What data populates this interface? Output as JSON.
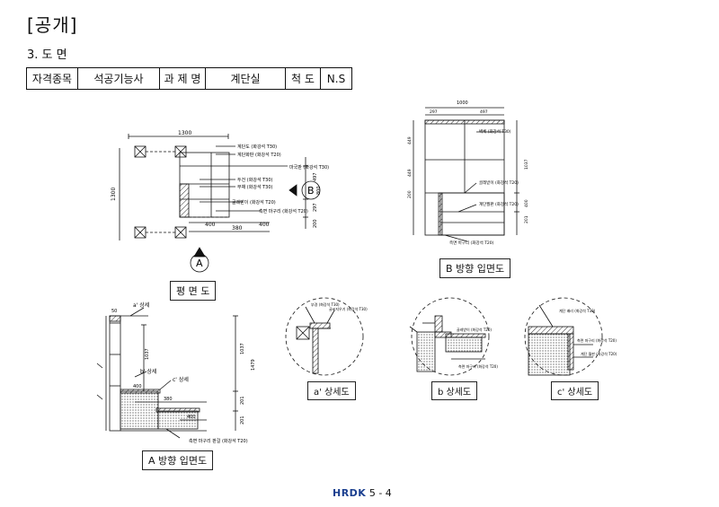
{
  "header": {
    "title": "[공개]"
  },
  "section": {
    "heading": "3. 도 면"
  },
  "info_table": {
    "cells": [
      "자격종목",
      "석공기능사",
      "과 제 명",
      "계단실",
      "척 도",
      "N.S"
    ]
  },
  "plan": {
    "caption": "평 면 도",
    "dim_top": "1300",
    "dim_left": "1300",
    "dim_400": "400",
    "dim_380": "380",
    "dim_400b": "400",
    "dim_r1": "497",
    "dim_r2": "800",
    "dim_r3": "297",
    "dim_r4": "200",
    "notes": [
      "계단도 (화강석 T30)",
      "계단화판 (화강석 T20)",
      "마국판 (화강석 T30)",
      "두건 (화강석 T30)",
      "부채 (화강석 T30)",
      "골레받이 (화강석 T20)",
      "측면 마구리 (화강석 T20)"
    ],
    "marker_a": "A",
    "marker_b": "B"
  },
  "b_elev": {
    "caption": "B 방향 입면도",
    "dim_top": "1000",
    "dim_t1": "297",
    "dim_t2": "497",
    "dim_left1": "449",
    "dim_left2": "449",
    "dim_left3": "200",
    "dim_right": "1037",
    "dim_right2": "400",
    "dim_right3": "201",
    "notes": [
      "벽체 (화강석 T30)",
      "골레받이 (화강석 T20)",
      "계단월판 (화강석 T20)",
      "측면 마구리 (화강석 T20)"
    ]
  },
  "a_elev": {
    "caption": "A 방향 입면도",
    "label_a": "a' 상세",
    "label_b": "b' 상세",
    "label_c": "c' 상세",
    "dim_50": "50",
    "dim_1037": "1037",
    "dim_1479": "1479",
    "dim_400": "400",
    "dim_380": "380",
    "dim_400b": "400",
    "dim_201": "201",
    "dim_201b": "201",
    "note_bottom": "측면 마구리 판걸 (화강석 T20)"
  },
  "details": [
    {
      "caption": "a' 상세도",
      "notes": [
        "부경 (화강석 T30)",
        "글씨지우기 (화강석 T30)"
      ]
    },
    {
      "caption": "b 상세도",
      "notes": [
        "골레받이 (화강석 T20)",
        "측면 마구리 (화강석 T20)"
      ]
    },
    {
      "caption": "c' 상세도",
      "notes": [
        "계단 배리 (화강석 T30)",
        "측면 마구리 (화강석 T20)",
        "계단 월판 (화강석 T20)"
      ]
    }
  ],
  "footer": {
    "brand": "HRDK",
    "page": "5 - 4"
  }
}
